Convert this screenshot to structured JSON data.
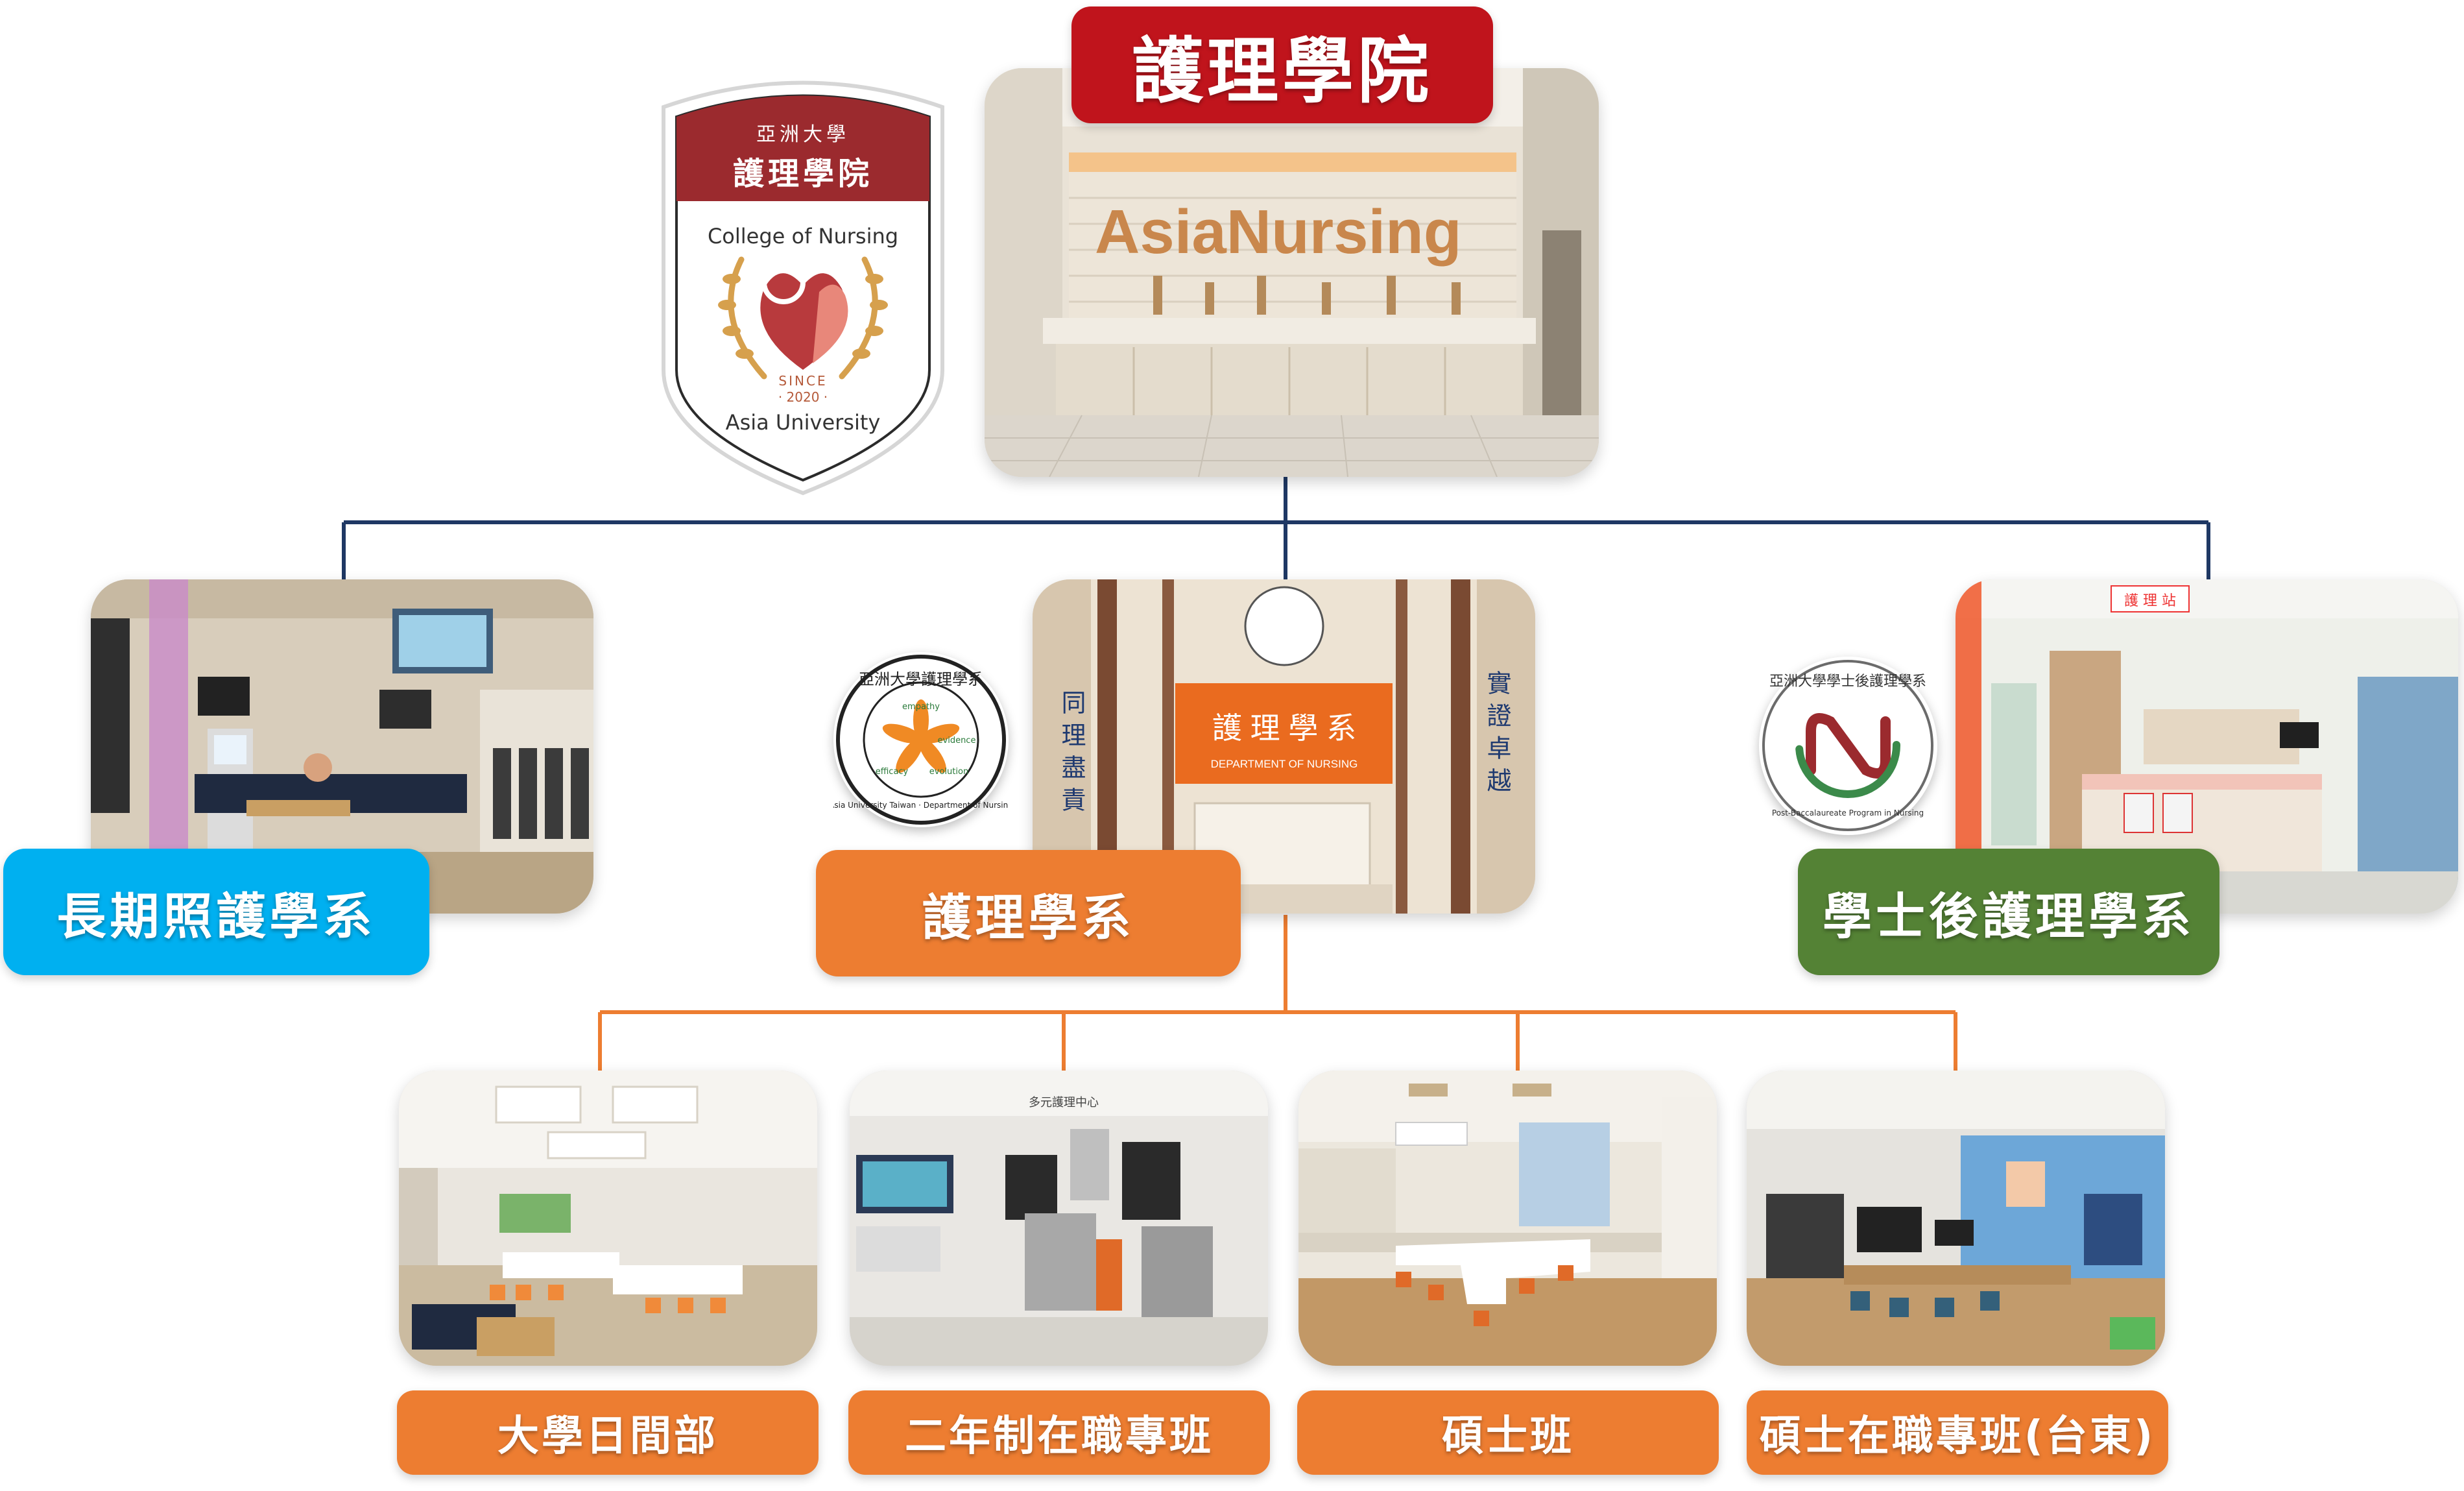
{
  "college": {
    "title": "護理學院",
    "badge": {
      "univ_cn": "亞洲大學",
      "college_cn": "護理學院",
      "college_en": "College of Nursing",
      "since": "SINCE",
      "year": "· 2020 ·",
      "univ_en": "Asia University"
    },
    "photo_sign": "AsiaNursing"
  },
  "departments": [
    {
      "label": "長期照護學系",
      "color": "#00b0f0"
    },
    {
      "label": "護理學系",
      "color": "#ed7d31",
      "plaque_cn": "護 理 學 系",
      "plaque_en": "DEPARTMENT OF NURSING",
      "wall_left": "同 理 盡 責",
      "wall_right": "實 證 卓 越"
    },
    {
      "label": "學士後護理學系",
      "color": "#548235",
      "sign": "護 理 站"
    }
  ],
  "seals": {
    "nursing_dept": {
      "ring_cn": "亞洲大學護理學系",
      "ring_en": "Asia University Taiwan · Department of Nursing",
      "words": [
        "empathy",
        "evidence",
        "efficacy",
        "evolution"
      ]
    },
    "post_bacc": {
      "ring_cn": "亞洲大學學士後護理學系",
      "ring_en": "Post-Baccalaureate Program in Nursing"
    }
  },
  "programs": [
    {
      "label": "大學日間部"
    },
    {
      "label": "二年制在職專班",
      "sign": "多元護理中心"
    },
    {
      "label": "碩士班"
    },
    {
      "label": "碩士在職專班(台東)"
    }
  ],
  "colors": {
    "line_navy": "#1f3864",
    "line_orange": "#ed7d31",
    "title_red": "#c0141c"
  }
}
